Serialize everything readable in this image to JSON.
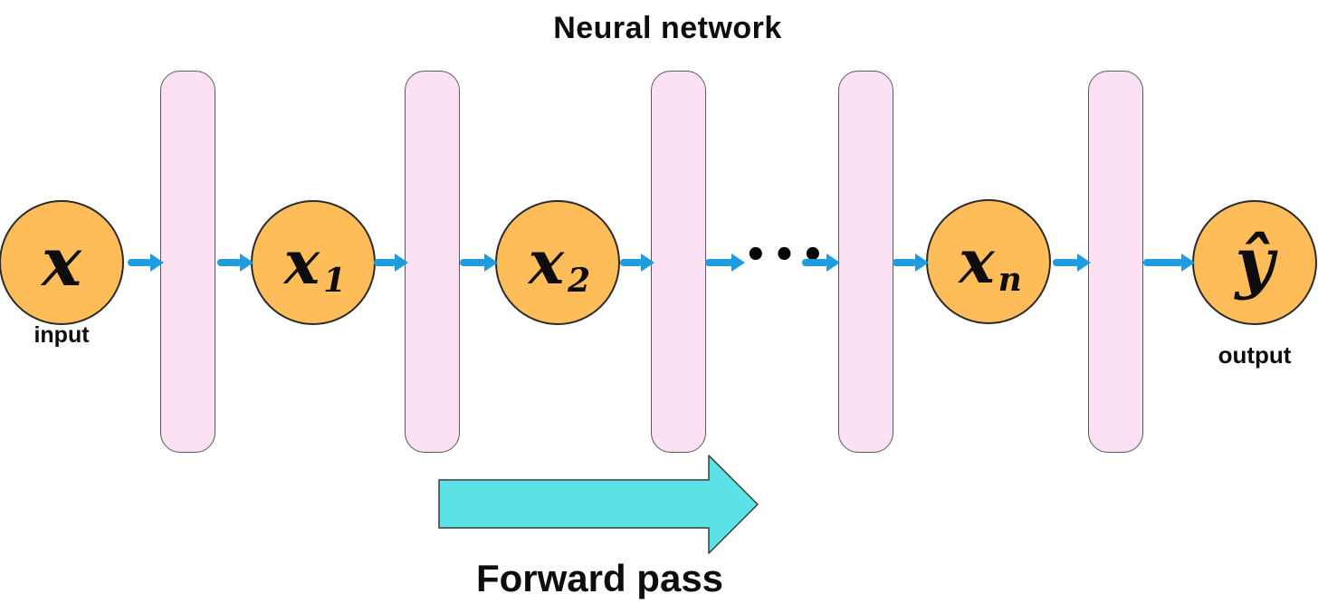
{
  "title": "Neural network",
  "diagram": {
    "nodes": {
      "input": {
        "symbol": "x",
        "caption": "input"
      },
      "x1": {
        "symbol": "x",
        "subscript": "1"
      },
      "x2": {
        "symbol": "x",
        "subscript": "2"
      },
      "ellipsis": "•••",
      "xn": {
        "symbol": "x",
        "subscript": "n"
      },
      "output": {
        "symbol": "ŷ",
        "caption": "output"
      }
    },
    "layer_count": 5,
    "forward_label": "Forward pass"
  },
  "colors": {
    "node_fill": "#FFBD59",
    "node_border": "#2A2A2A",
    "layer_fill": "#FCE0F3",
    "layer_border": "#5A5A5A",
    "flow_arrow": "#1E9CDF",
    "forward_arrow_fill": "#5CE1E6",
    "text": "#0D0D0D",
    "background": "#FFFFFF"
  }
}
